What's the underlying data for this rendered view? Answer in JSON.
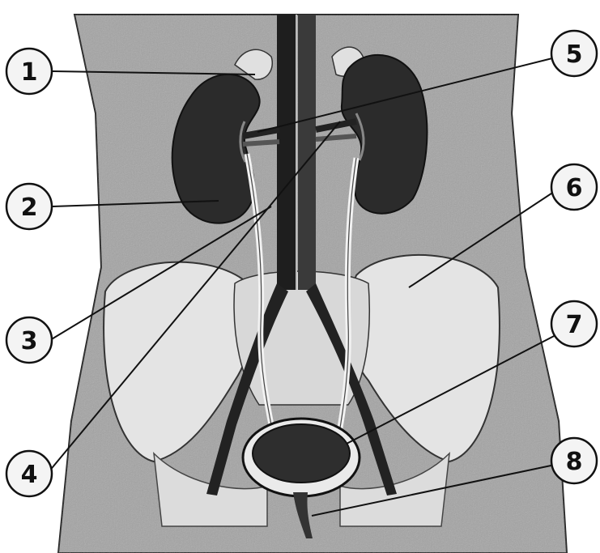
{
  "diagram": {
    "callouts": [
      {
        "number": "1"
      },
      {
        "number": "2"
      },
      {
        "number": "3"
      },
      {
        "number": "4"
      },
      {
        "number": "5"
      },
      {
        "number": "6"
      },
      {
        "number": "7"
      },
      {
        "number": "8"
      }
    ],
    "colors": {
      "torso": "#9a9a9a",
      "organ_dark": "#2a2a2a",
      "bone": "#e6e6e6",
      "line": "#111111",
      "watermark": "#e8404a"
    }
  }
}
